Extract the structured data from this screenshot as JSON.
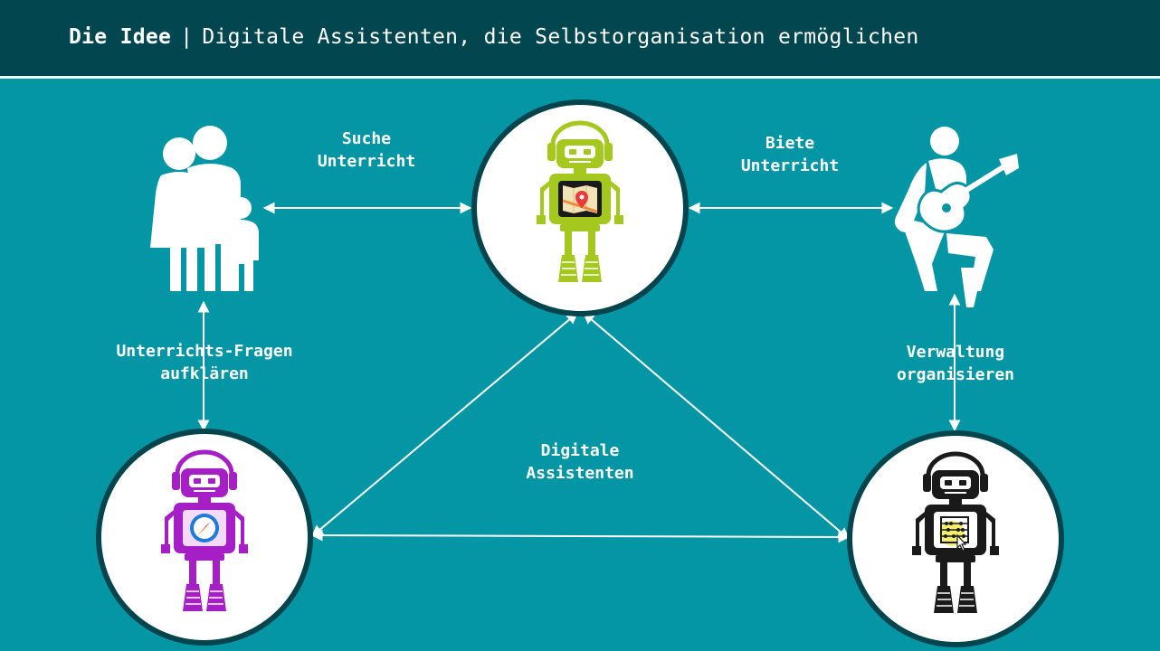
{
  "header": {
    "title_bold": "Die Idee",
    "separator": "|",
    "title_rest": "Digitale Assistenten, die Selbstorganisation ermöglichen"
  },
  "labels": {
    "search_lesson": [
      "Suche",
      "Unterricht"
    ],
    "offer_lesson": [
      "Biete",
      "Unterricht"
    ],
    "lesson_questions": [
      "Unterrichts-Fragen",
      "aufklären"
    ],
    "administration": [
      "Verwaltung",
      "organisieren"
    ],
    "digital_assistants": [
      "Digitale",
      "Assistenten"
    ]
  },
  "icons": {
    "family": "family-icon",
    "guitarist": "guitar-player-icon",
    "robot_top": "robot-map-icon",
    "robot_left": "robot-compass-icon",
    "robot_right": "robot-abacus-icon"
  },
  "colors": {
    "background": "#0596a6",
    "header": "#02474f",
    "robot_green": "#a4c81d",
    "robot_purple": "#a61fc6",
    "robot_black": "#1a1a1a",
    "arrow": "#ffffff"
  }
}
